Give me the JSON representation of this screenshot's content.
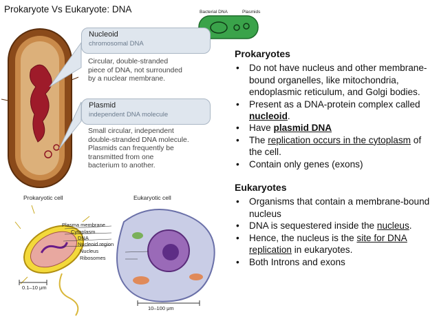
{
  "title": "Prokaryote Vs Eukaryote: DNA",
  "top_diagram": {
    "nucleoid_title": "Nucleoid",
    "nucleoid_sub": "chromosomal DNA",
    "nucleoid_desc_lines": [
      "Circular,  double-stranded",
      "piece of DNA,  not surrounded",
      "by a nuclear membrane."
    ],
    "plasmid_title": "Plasmid",
    "plasmid_sub": "independent DNA molecule",
    "plasmid_desc_lines": [
      "Small circular, independent",
      "double-stranded DNA molecule.",
      "Plasmids can frequently be",
      "transmitted from one",
      "bacterium to another."
    ],
    "inset_label_left": "Bacterial DNA",
    "inset_label_right": "Plasmids"
  },
  "bottom_diagram": {
    "prokaryotic_caption": "Prokaryotic cell",
    "eukaryotic_caption": "Eukaryotic cell",
    "labels": [
      "Plasma membrane",
      "Cytoplasm",
      "DNA",
      "Nucleoid region",
      "Nucleus",
      "Ribosomes"
    ],
    "scale_left": "0.1–10 μm",
    "scale_right": "10–100 μm"
  },
  "prokaryotes": {
    "heading": "Prokaryotes",
    "b1": "Do not have nucleus and other membrane-bound organelles, like mitochondria, endoplasmic reticulum, and Golgi bodies.",
    "b2_pre": "Present as a DNA-protein complex called ",
    "b2_link": "nucleoid",
    "b2_post": ".",
    "b3_pre": "Have ",
    "b3_link": "plasmid DNA",
    "b4_pre": "The ",
    "b4_link": "replication occurs in the cytoplasm",
    "b4_post": " of the cell.",
    "b5": "Contain only genes (exons)"
  },
  "eukaryotes": {
    "heading": "Eukaryotes",
    "b1": "Organisms that contain a membrane-bound nucleus",
    "b2_pre": "DNA is sequestered inside the ",
    "b2_link": "nucleus",
    "b2_post": ".",
    "b3_pre": "Hence, the nucleus is the ",
    "b3_link": "site for DNA replication",
    "b3_post": " in eukaryotes.",
    "b4": "Both Introns and exons"
  }
}
